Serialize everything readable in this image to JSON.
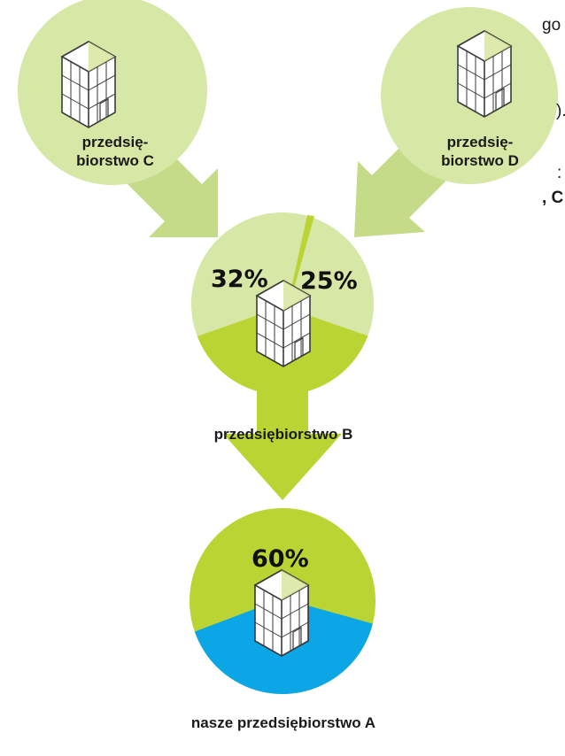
{
  "left_text_fragments": {
    "line1": "go",
    "line2": ").",
    "line3": ":",
    "line4": ", C"
  },
  "nodes": {
    "c": {
      "label_line1": "przedsię-",
      "label_line2": "biorstwo C"
    },
    "d": {
      "label_line1": "przedsię-",
      "label_line2": "biorstwo D"
    },
    "b": {
      "label": "przedsiębiorstwo B",
      "share_from_c": "32%",
      "share_from_d": "25%"
    },
    "a": {
      "label": "nasze przedsiębiorstwo A",
      "share_from_b": "60%"
    }
  },
  "colors": {
    "light_green": "#d6e7a6",
    "lime_green": "#b9d433",
    "arrow_green": "#c4dc88",
    "blue": "#0aa6e6",
    "outline": "#444444"
  },
  "icons": [
    "building-icon"
  ]
}
